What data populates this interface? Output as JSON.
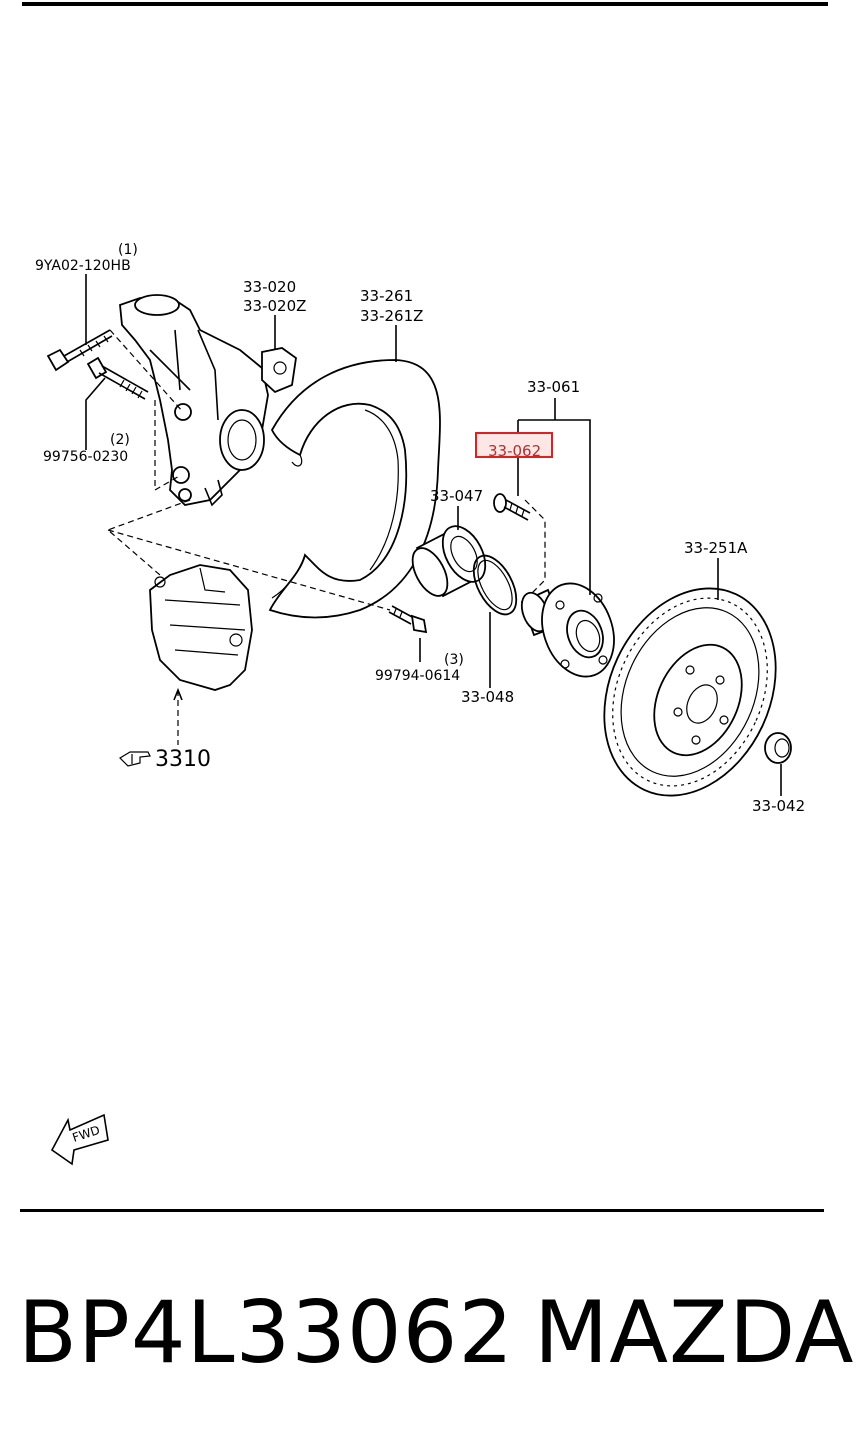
{
  "labels": {
    "bolt1_qty": "(1)",
    "bolt1_code": "9YA02-120HB",
    "knuckle_a": "33-020",
    "knuckle_b": "33-020Z",
    "shield_a": "33-261",
    "shield_b": "33-261Z",
    "hub_assy": "33-061",
    "hub_bolt": "33-062",
    "bearing": "33-047",
    "bolt2_qty": "(2)",
    "bolt2_code": "99756-0230",
    "rotor": "33-251A",
    "bolt3_qty": "(3)",
    "bolt3_code": "99794-0614",
    "snap_ring": "33-048",
    "caliper_ref": "3310",
    "nut": "33-042",
    "fwd": "FWD"
  },
  "highlight": {
    "part": "33-062",
    "color": "#e02020"
  },
  "footer": {
    "part_number": "BP4L33062",
    "brand": "MAZDA"
  },
  "icons": {
    "caliper_ref_icon": "pointing-hand-icon",
    "fwd_icon": "forward-arrow-icon"
  }
}
